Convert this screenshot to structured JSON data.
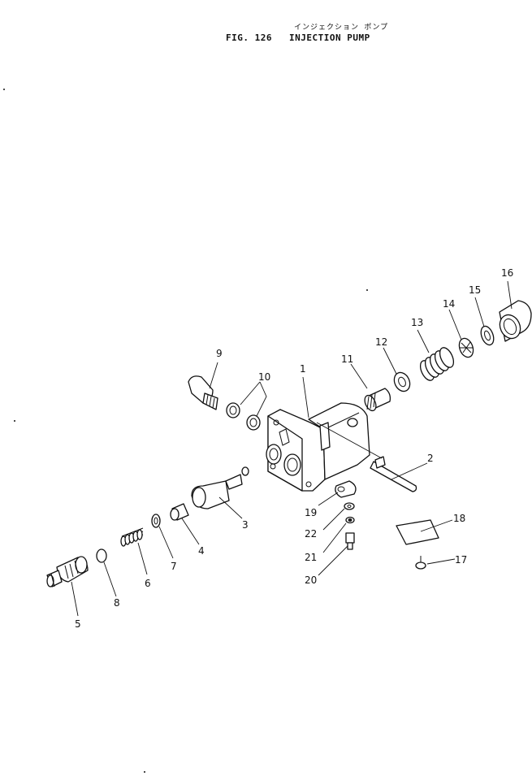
{
  "header": {
    "title_jp": "インジェクション ポンプ",
    "fig_label": "FIG. 126",
    "title": "INJECTION PUMP"
  },
  "callouts": [
    "1",
    "2",
    "3",
    "4",
    "5",
    "6",
    "7",
    "8",
    "9",
    "10",
    "11",
    "12",
    "13",
    "14",
    "15",
    "16",
    "17",
    "18",
    "19",
    "20",
    "21",
    "22"
  ]
}
